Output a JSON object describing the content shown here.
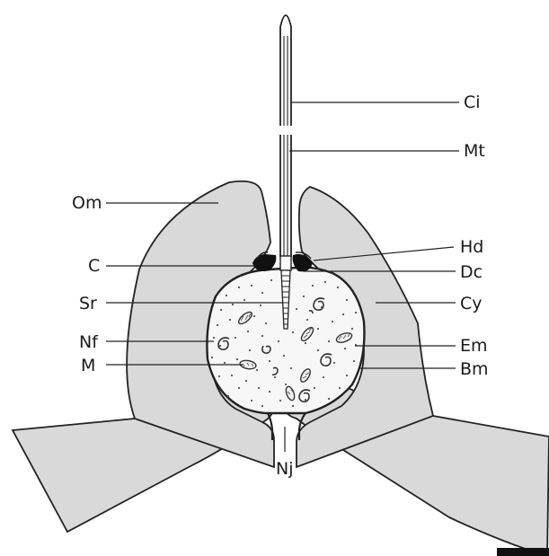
{
  "colors": {
    "tissue": "#d9d9d9",
    "outline": "#222222",
    "cell_fill": "#f7f7f7",
    "dark": "#111111"
  },
  "labels": {
    "ci": "Ci",
    "mt": "Mt",
    "om": "Om",
    "hd": "Hd",
    "c": "C",
    "dc": "Dc",
    "sr": "Sr",
    "cy": "Cy",
    "nf": "Nf",
    "em": "Em",
    "m": "M",
    "bm": "Bm",
    "nj": "Nj"
  },
  "elements": {
    "scale_bar": "scale-bar"
  }
}
